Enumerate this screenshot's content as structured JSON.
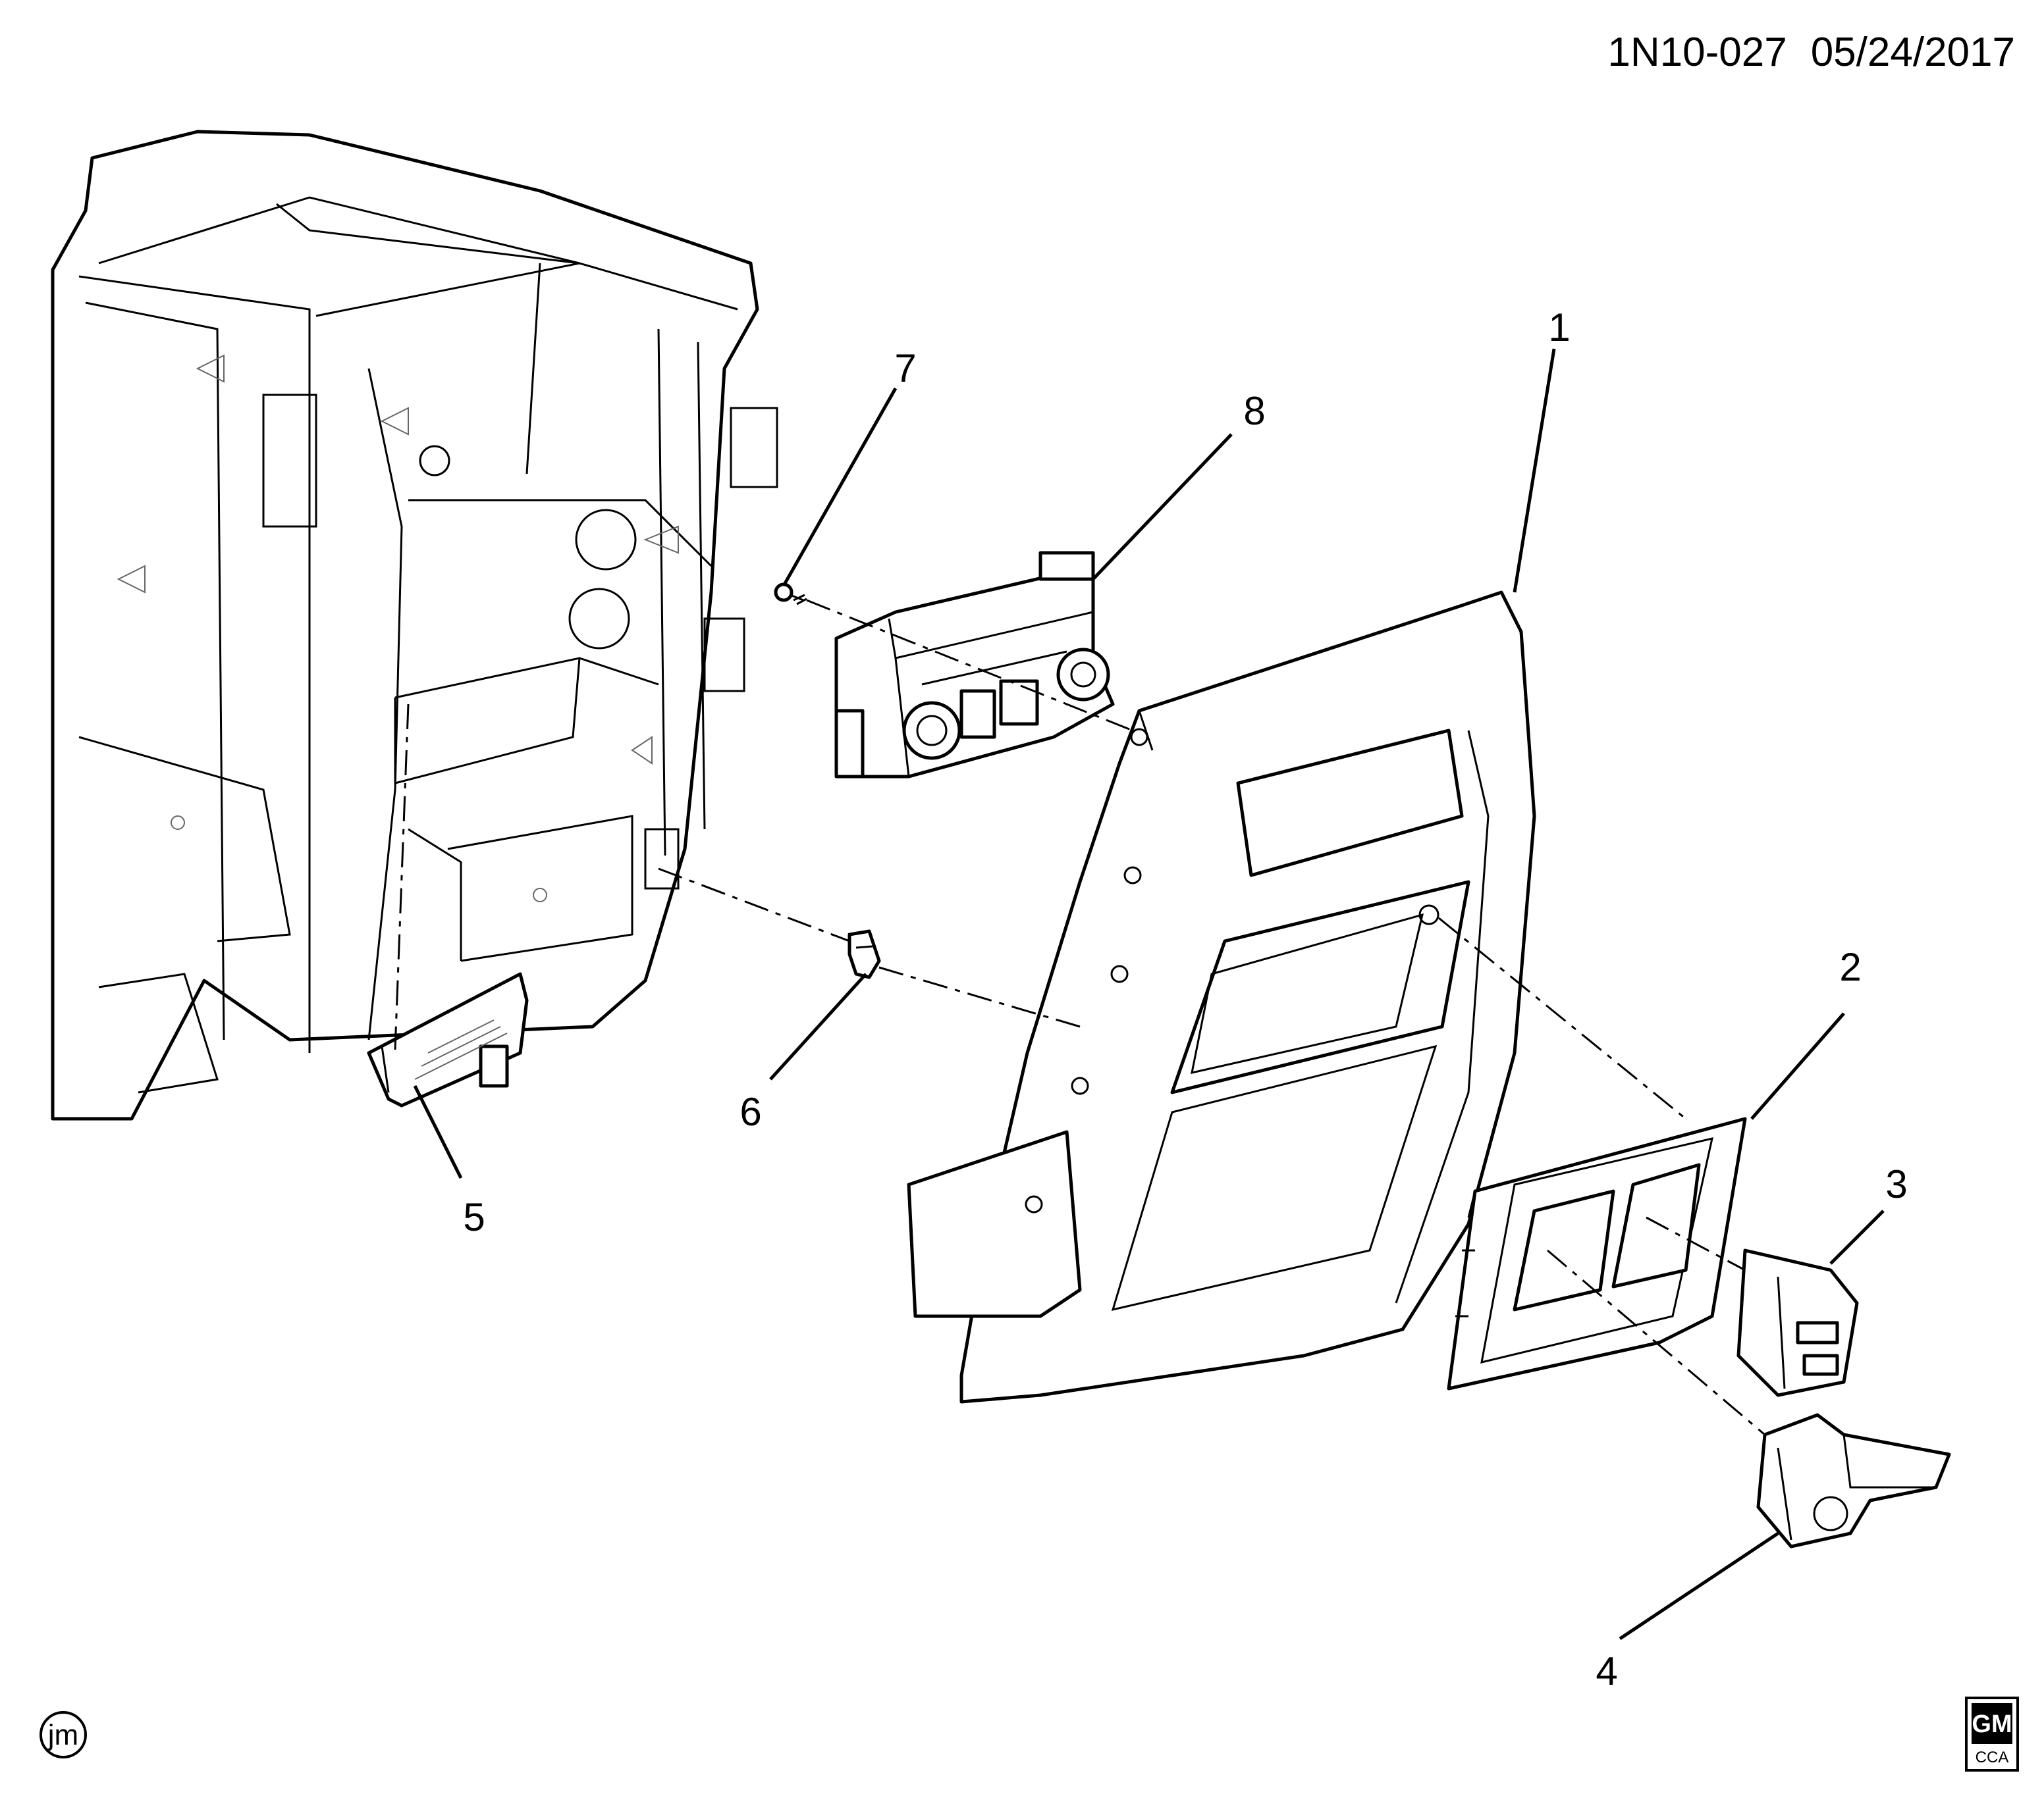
{
  "header": {
    "diagram_code": "1N10-027",
    "date": "05/24/2017"
  },
  "callouts": [
    "1",
    "2",
    "3",
    "4",
    "5",
    "6",
    "7",
    "8"
  ],
  "footer": {
    "author_mark": "jm",
    "logo_text": "GM",
    "logo_subtext": "CCA"
  }
}
